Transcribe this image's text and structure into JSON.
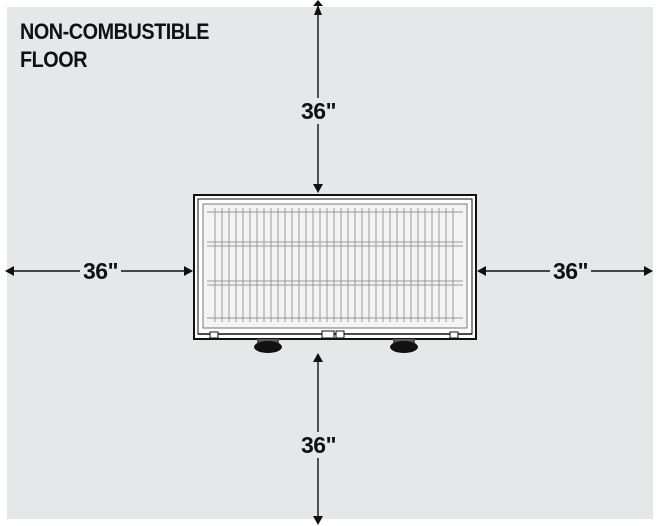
{
  "floor_label": {
    "line1": "NON-COMBUSTIBLE",
    "line2": "FLOOR"
  },
  "clearances": {
    "top": "36\"",
    "bottom": "36\"",
    "left": "36\"",
    "right": "36\""
  },
  "colors": {
    "floor": "#e6e7e9",
    "ink": "#111111",
    "unit_body": "#ffffff",
    "grate": "#9a9a9a"
  }
}
